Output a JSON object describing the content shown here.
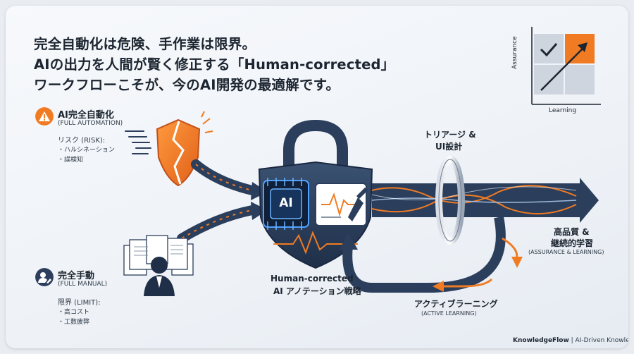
{
  "headline": {
    "line1": "完全自動化は危険、手作業は限界。",
    "line2": "AIの出力を人間が賢く修正する「Human-corrected」",
    "line3": "ワークフローこそが、今のAI開発の最適解です。"
  },
  "full_auto": {
    "title": "AI完全自動化",
    "subtitle": "(FULL AUTOMATION)",
    "risk_label": "リスク (RISK):",
    "risks": [
      "・ハルシネーション",
      "・誤検知"
    ],
    "icon": "warning-icon"
  },
  "full_manual": {
    "title": "完全手動",
    "subtitle": "(FULL MANUAL)",
    "limit_label": "限界 (LIMIT):",
    "limits": [
      "・高コスト",
      "・工数疲弊"
    ],
    "icon": "person-edit-icon"
  },
  "center": {
    "ai_chip_label": "AI",
    "caption_line1": "Human-corrected",
    "caption_line2": "AI アノテーション戦略"
  },
  "triage": {
    "line1": "トリアージ &",
    "line2": "UI設計"
  },
  "quality": {
    "line1": "高品質 &",
    "line2": "継続的学習",
    "line3": "(ASSURANCE & LEARNING)"
  },
  "active_learning": {
    "title": "アクティブラーニング",
    "subtitle": "(ACTIVE LEARNING)"
  },
  "matrix": {
    "y_label": "Assurance",
    "x_label": "Learning"
  },
  "footer": {
    "brand": "KnowledgeFlow",
    "tagline": " | AI-Driven Knowledge Platform"
  },
  "colors": {
    "navy": "#2b3e5c",
    "orange": "#f07b22",
    "dark_text": "#1c2530"
  }
}
